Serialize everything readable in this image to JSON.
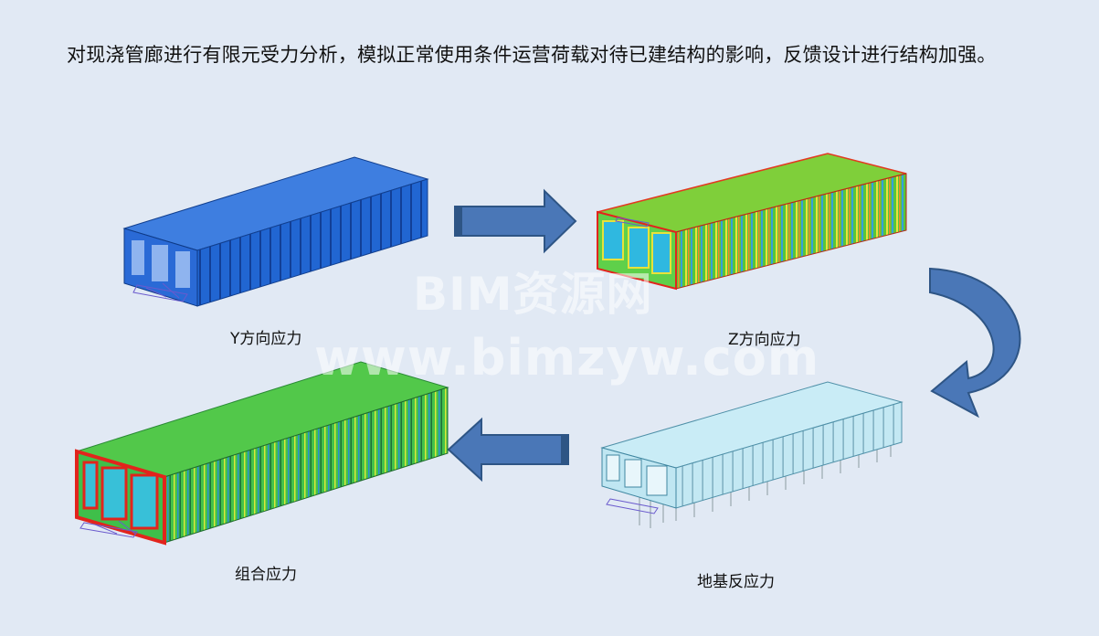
{
  "paragraph": "对现浇管廊进行有限元受力分析，模拟正常使用条件运营荷载对待已建结构的影响，反馈设计进行结构加强。",
  "captions": {
    "y_stress": "Y方向应力",
    "z_stress": "Z方向应力",
    "combined_stress": "组合应力",
    "foundation_reaction": "地基反应力"
  },
  "watermark": {
    "line1": "BIM资源网",
    "line2": "www.bimzyw.com"
  },
  "colors": {
    "background": "#e1e9f4",
    "arrow_fill": "#4a77b7",
    "arrow_stroke": "#2e5585",
    "blue_model": "#1f5fcf",
    "green_model": "#3fbf4a",
    "stress_red": "#e2241c",
    "light_model": "#bfe6f2"
  }
}
